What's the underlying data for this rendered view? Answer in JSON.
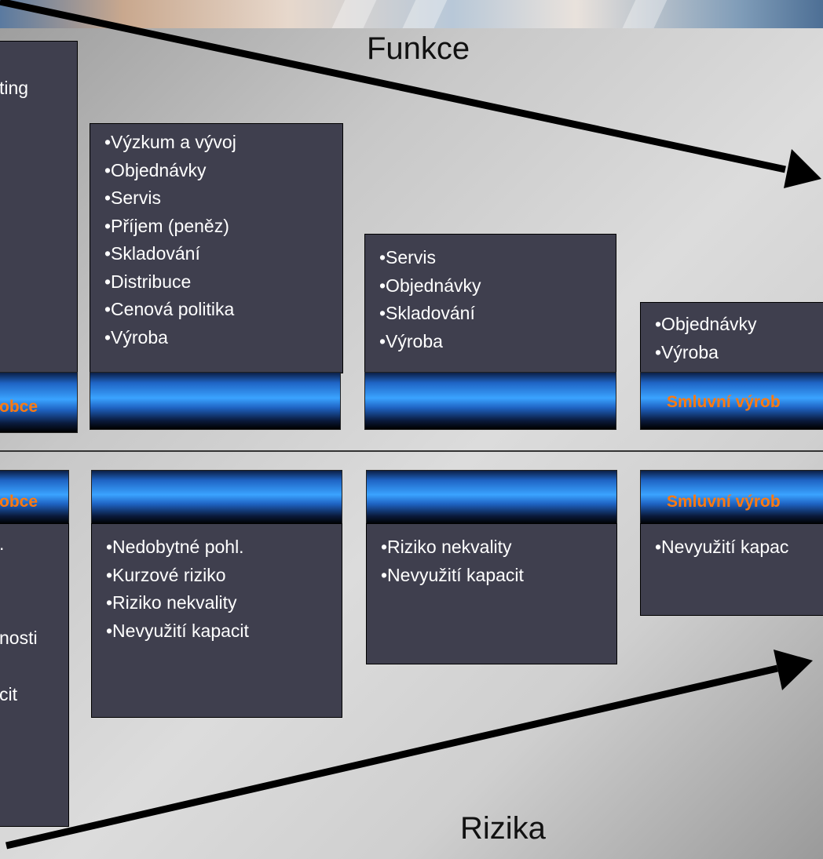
{
  "titles": {
    "top": "Funkce",
    "bottom": "Rizika"
  },
  "colors": {
    "box": "#3f3f4e",
    "bar_label": "#ff7a10",
    "arrow": "#000000"
  },
  "functions": [
    {
      "items": [
        "ting"
      ],
      "bar_label": "obce"
    },
    {
      "items": [
        "•Výzkum a vývoj",
        "•Objednávky",
        "•Servis",
        "•Příjem (peněz)",
        "•Skladování",
        "•Distribuce",
        "•Cenová politika",
        "•Výroba"
      ],
      "bar_label": ""
    },
    {
      "items": [
        "•Servis",
        "•Objednávky",
        "•Skladování",
        "•Výroba"
      ],
      "bar_label": ""
    },
    {
      "items": [
        "•Objednávky",
        "•Výroba"
      ],
      "bar_label": "Smluvní výrob"
    }
  ],
  "risks": [
    {
      "bar_label": "obce",
      "items": [
        ".",
        "nosti",
        "cit"
      ]
    },
    {
      "bar_label": "",
      "items": [
        "•Nedobytné pohl.",
        "•Kurzové riziko",
        "•Riziko nekvality",
        "•Nevyužití kapacit"
      ]
    },
    {
      "bar_label": "",
      "items": [
        "•Riziko nekvality",
        "•Nevyužití kapacit"
      ]
    },
    {
      "bar_label": "Smluvní výrob",
      "items": [
        "•Nevyužití kapac"
      ]
    }
  ]
}
